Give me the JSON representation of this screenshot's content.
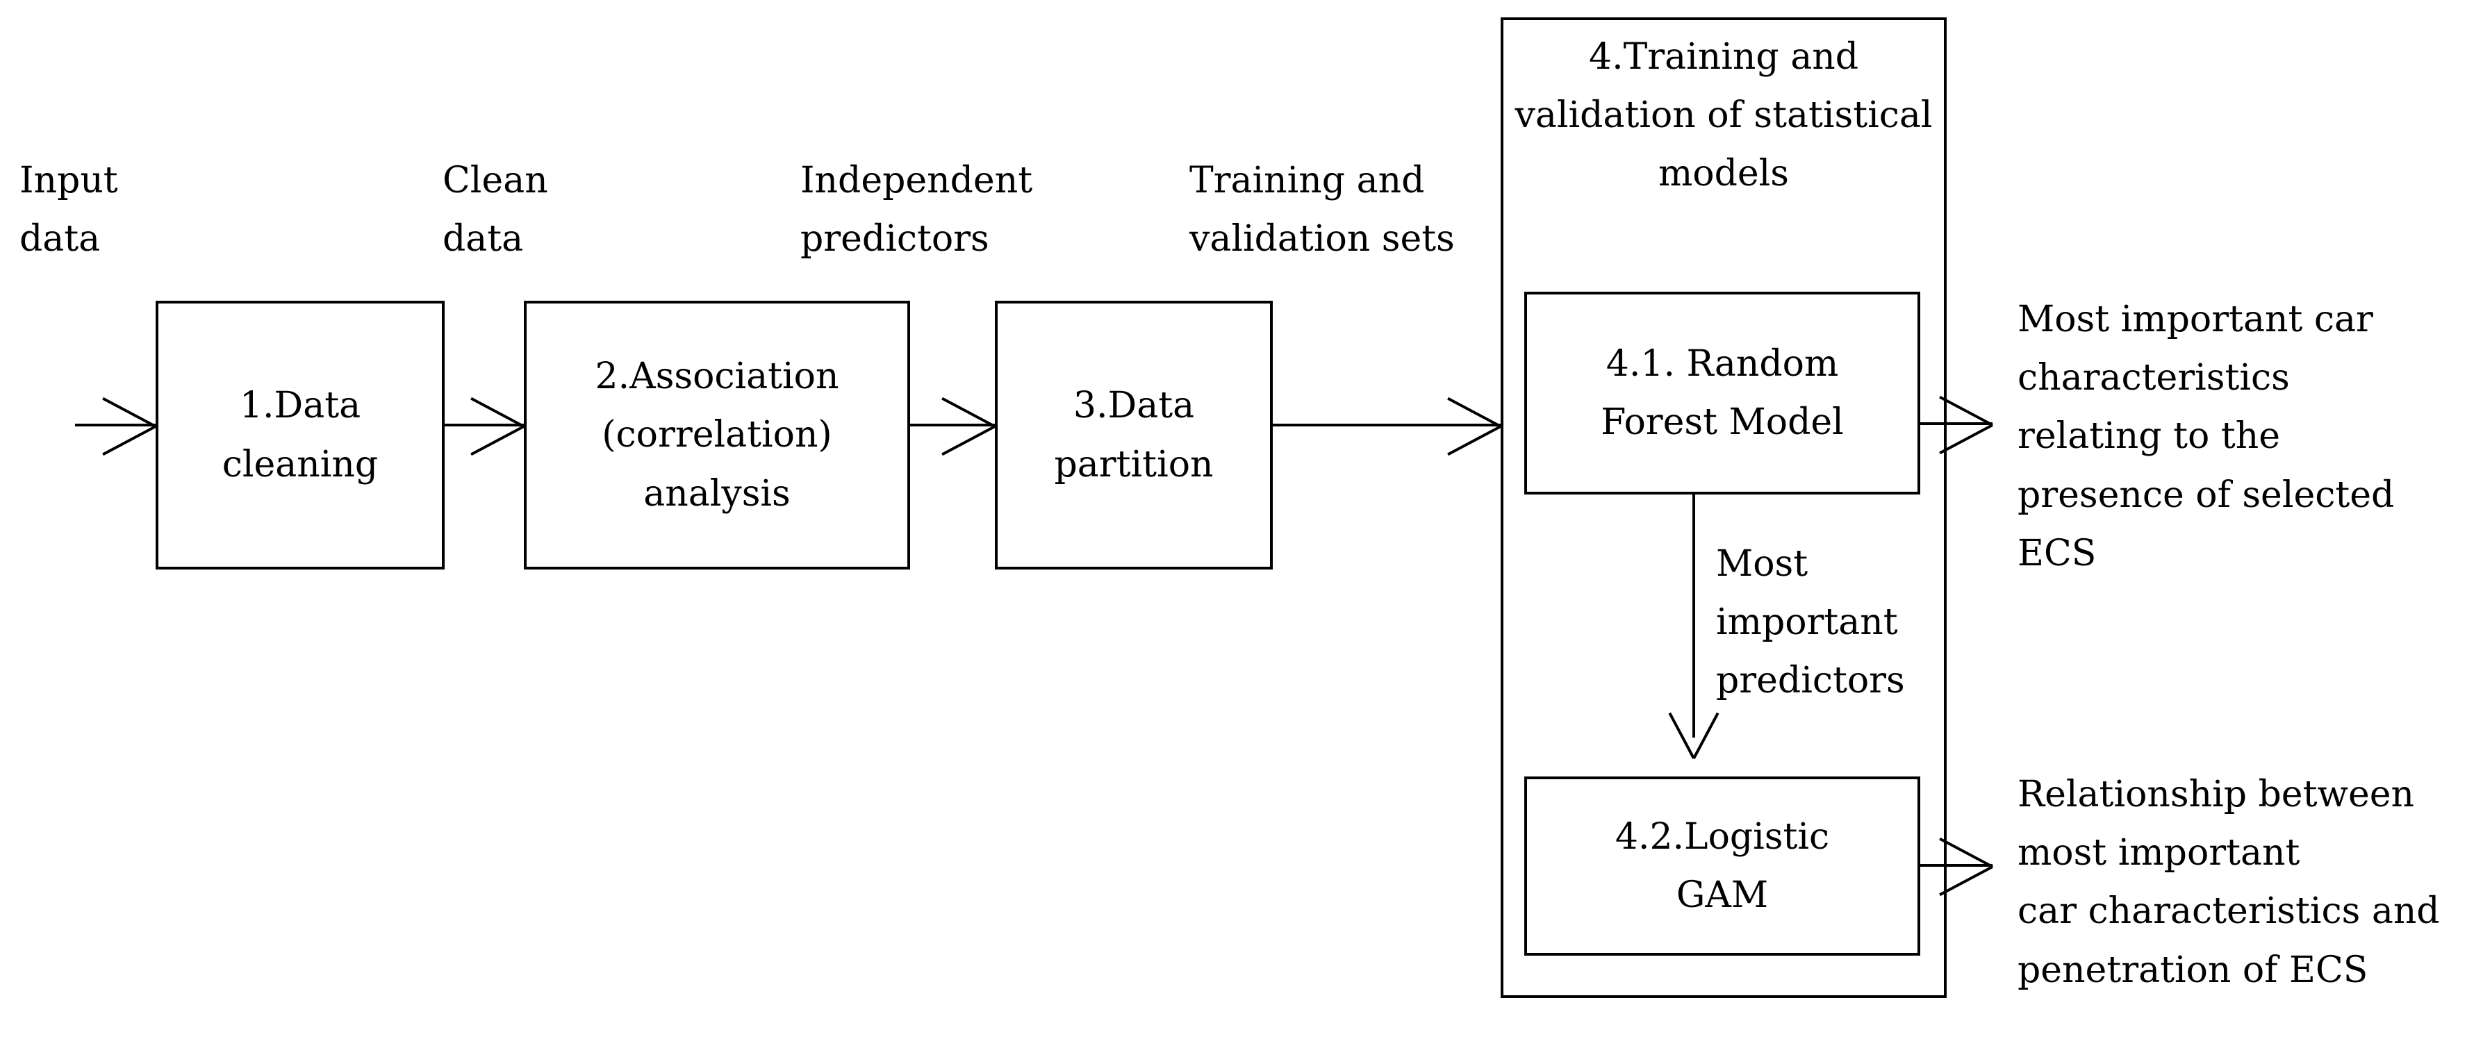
{
  "diagram": {
    "title": "Statistical modelling workflow flowchart",
    "colors": {
      "stroke": "#000000",
      "background": "#ffffff",
      "text": "#000000"
    },
    "edge_labels": {
      "input_data": [
        "Input",
        "data"
      ],
      "clean_data": [
        "Clean",
        "data"
      ],
      "independent_predictors": [
        "Independent",
        "predictors"
      ],
      "training_validation_sets": [
        "Training and",
        "validation sets"
      ],
      "most_important_predictors": [
        "Most",
        "important",
        "predictors"
      ]
    },
    "nodes": [
      {
        "id": "step1",
        "lines": [
          "1.Data",
          "cleaning"
        ]
      },
      {
        "id": "step2",
        "lines": [
          "2.Association",
          "(correlation)",
          "analysis"
        ]
      },
      {
        "id": "step3",
        "lines": [
          "3.Data",
          "partition"
        ]
      },
      {
        "id": "step4_1",
        "lines": [
          "4.1. Random",
          "Forest Model"
        ]
      },
      {
        "id": "step4_2",
        "lines": [
          "4.2.Logistic",
          "GAM"
        ]
      }
    ],
    "group": {
      "id": "step4",
      "title_lines": [
        "4.Training and",
        "validation of",
        "statistical models"
      ]
    },
    "outputs": [
      {
        "id": "output_rf",
        "lines": [
          "Most important car",
          "characteristics",
          "relating to the",
          "presence of selected",
          "ECS"
        ]
      },
      {
        "id": "output_gam",
        "lines": [
          "Relationship between",
          "most important",
          "car characteristics and",
          "penetration of ECS"
        ]
      }
    ]
  }
}
